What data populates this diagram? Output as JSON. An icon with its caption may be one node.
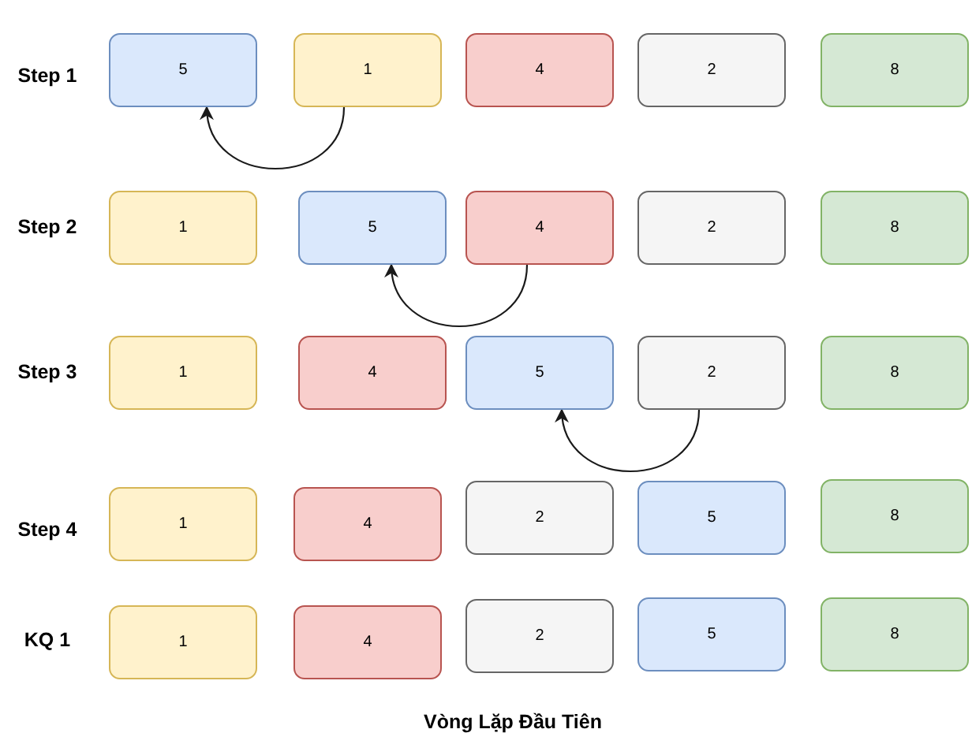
{
  "diagram": {
    "caption": "Vòng Lặp Đầu Tiên",
    "nodes": [
      {
        "text": [
          "5"
        ]
      },
      {
        "text": [
          "1"
        ]
      },
      {
        "text": [
          "4"
        ]
      },
      {
        "text": [
          "2"
        ]
      },
      {
        "text": [
          "8"
        ]
      },
      {
        "text": [
          "1"
        ]
      },
      {
        "text": [
          "5"
        ]
      },
      {
        "text": [
          "4"
        ]
      },
      {
        "text": [
          "2"
        ]
      },
      {
        "text": [
          "8"
        ]
      },
      {
        "text": [
          "1"
        ]
      },
      {
        "text": [
          "4"
        ]
      },
      {
        "text": [
          "5"
        ]
      },
      {
        "text": [
          "2"
        ]
      },
      {
        "text": [
          "8"
        ]
      },
      {
        "text": [
          "1"
        ]
      },
      {
        "text": [
          "4"
        ]
      },
      {
        "text": [
          "2"
        ]
      },
      {
        "text": [
          "5"
        ]
      },
      {
        "text": [
          "8"
        ]
      },
      {
        "text": [
          "1"
        ]
      },
      {
        "text": [
          "4"
        ]
      },
      {
        "text": [
          "2"
        ]
      },
      {
        "text": [
          "5"
        ]
      },
      {
        "text": [
          "8"
        ]
      }
    ],
    "edges": [
      {
        "from": 1,
        "to": 0,
        "arrow": "to"
      },
      {
        "from": 7,
        "to": 6,
        "arrow": "to"
      },
      {
        "from": 13,
        "to": 12,
        "arrow": "to"
      }
    ],
    "labels": [
      "Step 1",
      "Step 2",
      "Step 3",
      "Step 4",
      "KQ 1"
    ]
  }
}
